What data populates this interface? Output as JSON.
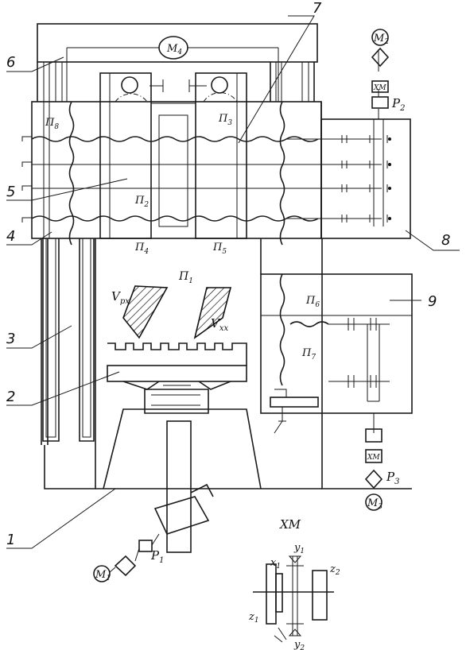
{
  "part_numbers": [
    "1",
    "2",
    "3",
    "4",
    "5",
    "6",
    "7",
    "8",
    "9"
  ],
  "motors": {
    "m1": "M",
    "m1_sub": "1",
    "m2": "M",
    "m2_sub": "2",
    "m3": "M",
    "m3_sub": "3",
    "m4": "M",
    "m4_sub": "4"
  },
  "clutches": {
    "p1": "P",
    "p1_sub": "1",
    "p2": "P",
    "p2_sub": "2",
    "p3": "P",
    "p3_sub": "3"
  },
  "xm_blocks": {
    "top": "XM",
    "right": "XM"
  },
  "feeds": {
    "p1": "П",
    "p1_sub": "1",
    "p2": "П",
    "p2_sub": "2",
    "p3": "П",
    "p3_sub": "3",
    "p4": "П",
    "p4_sub": "4",
    "p5": "П",
    "p5_sub": "5",
    "p6": "П",
    "p6_sub": "6",
    "p7": "П",
    "p7_sub": "7",
    "p8": "П",
    "p8_sub": "8"
  },
  "velocities": {
    "vpx": "V",
    "vpx_sub": "px",
    "vxx": "V",
    "vxx_sub": "xx"
  },
  "inset": {
    "title": "XM",
    "y1": "y",
    "y1_sub": "1",
    "y2": "y",
    "y2_sub": "2",
    "x1": "x",
    "x1_sub": "1",
    "z1": "z",
    "z1_sub": "1",
    "z2": "z",
    "z2_sub": "2"
  }
}
